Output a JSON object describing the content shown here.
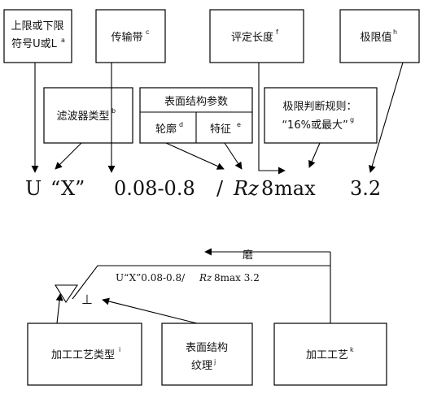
{
  "top_boxes": {
    "limit_symbol": {
      "line1": "上限或下限",
      "line2": "符号U或L",
      "sup": "a"
    },
    "transmission_band": {
      "text": "传输带",
      "sup": "c"
    },
    "evaluation_length": {
      "text": "评定长度",
      "sup": "f"
    },
    "limit_value": {
      "text": "极限值",
      "sup": "h"
    }
  },
  "mid_boxes": {
    "filter_type": {
      "text": "滤波器类型",
      "sup": "b"
    },
    "surface_params": {
      "title": "表面结构参数",
      "profile": "轮廓",
      "profile_sup": "d",
      "feature": "特征",
      "feature_sup": "e"
    },
    "limit_rule": {
      "line1": "极限判断规则：",
      "line2": "“16%或最大”",
      "sup": "g"
    }
  },
  "spec_line": {
    "u": "U",
    "x": "“X”",
    "band": "0.08-0.8",
    "slash": "/",
    "rz": "Rz",
    "len": "8",
    "max": "max",
    "value": "3.2"
  },
  "symbol": {
    "machining_label": "磨",
    "spec_text_prefix": "U“X”0.08-0.8/",
    "spec_text_rz": "Rz",
    "spec_text_suffix": "8max  3.2",
    "lay_symbol": "⊥"
  },
  "bottom_boxes": {
    "process_type": {
      "text": "加工工艺类型",
      "sup": "i"
    },
    "texture": {
      "line1": "表面结构",
      "line2": "纹理",
      "sup": "j"
    },
    "process": {
      "text": "加工工艺",
      "sup": "k"
    }
  }
}
